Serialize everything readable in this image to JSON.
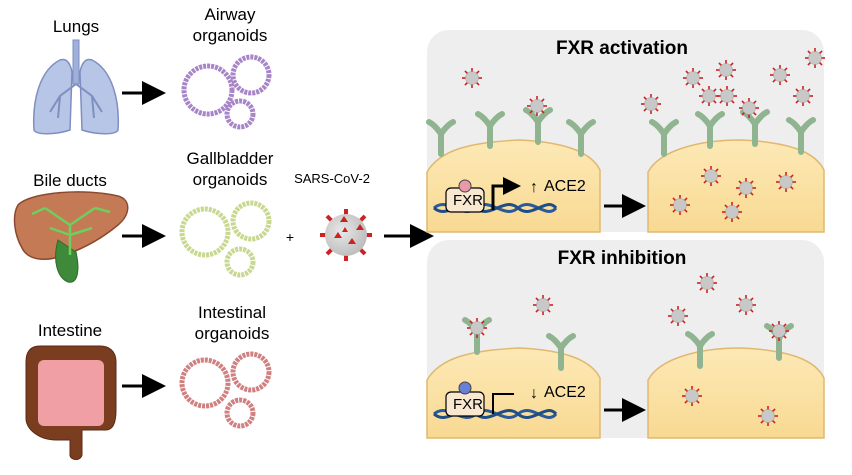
{
  "organs": [
    {
      "name": "Lungs",
      "organoid": "Airway organoids",
      "organoid_color": "#a785c8"
    },
    {
      "name": "Bile ducts",
      "organoid": "Gallbladder organoids",
      "organoid_color": "#c8d890"
    },
    {
      "name": "Intestine",
      "organoid": "Intestinal organoids",
      "organoid_color": "#d08080"
    }
  ],
  "plus": "+",
  "virus_label": "SARS-CoV-2",
  "panels": [
    {
      "title": "FXR activation",
      "receptor": "FXR",
      "gene": "ACE2",
      "regulation": "↑",
      "dot_color": "#e89aa8"
    },
    {
      "title": "FXR inhibition",
      "receptor": "FXR",
      "gene": "ACE2",
      "regulation": "↓",
      "dot_color": "#6a7fd8"
    }
  ],
  "colors": {
    "panel_bg": "#eeeeee",
    "cell_fill": "#fbe2a8",
    "cell_stroke": "#e0b870",
    "receptor": "#8fb48f",
    "virus_spike": "#cc2222",
    "virus_body": "#cccccc"
  }
}
